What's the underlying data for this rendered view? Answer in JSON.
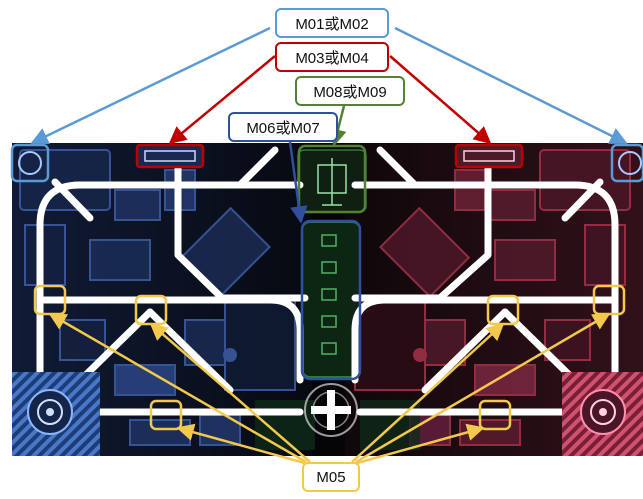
{
  "labels": {
    "m01_m02": "M01或M02",
    "m03_m04": "M03或M04",
    "m08_m09": "M08或M09",
    "m06_m07": "M06或M07",
    "m05": "M05"
  },
  "colors": {
    "m01_m02": "#5b9bd5",
    "m03_m04": "#c00000",
    "m08_m09": "#548235",
    "m06_m07": "#2f4f9f",
    "m05": "#f2c94c",
    "field_background": "#050507",
    "blue_side": "#3e5fa8",
    "red_side": "#a8324a",
    "center_green": "#2f7a3e",
    "road": "#ffffff"
  },
  "center_marker": "+"
}
